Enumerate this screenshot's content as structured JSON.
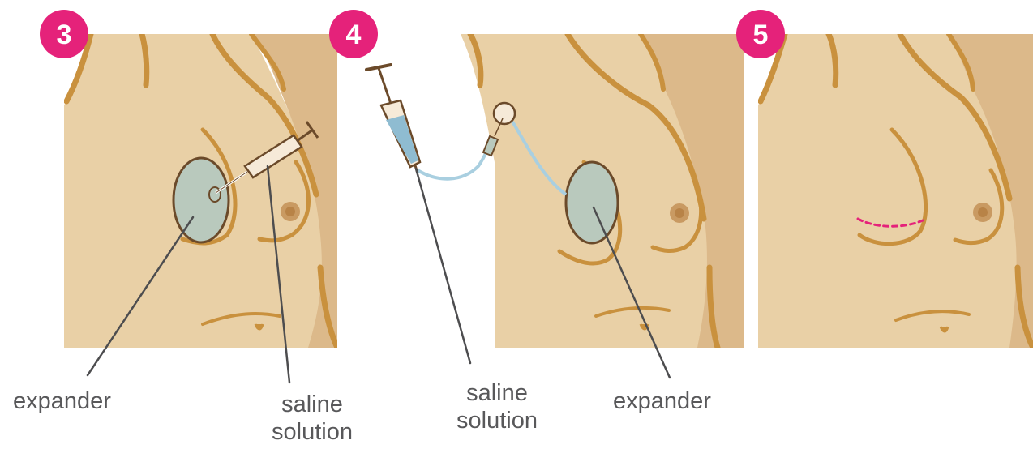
{
  "colors": {
    "skin": "#e9d0a6",
    "skin_shadow": "#dcb98a",
    "outline": "#c9913e",
    "badge": "#e5227a",
    "expander_fill": "#b9c9bd",
    "expander_stroke": "#6b4a2a",
    "tube": "#a9cfe0",
    "syringe_fluid": "#8fbcd1",
    "incision": "#e5227a",
    "leader": "#4d4d4f",
    "label_text": "#58585a"
  },
  "panels": [
    {
      "step": "3"
    },
    {
      "step": "4"
    },
    {
      "step": "5"
    }
  ],
  "labels": {
    "p3_expander": "expander",
    "p3_saline_l1": "saline",
    "p3_saline_l2": "solution",
    "p4_saline_l1": "saline",
    "p4_saline_l2": "solution",
    "p4_expander": "expander"
  }
}
